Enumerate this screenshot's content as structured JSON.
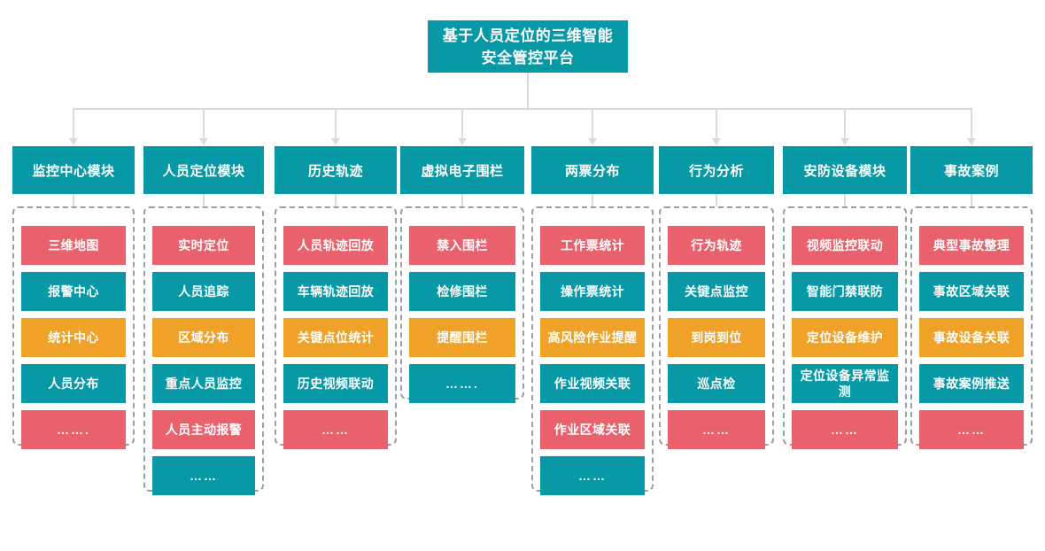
{
  "title": {
    "text": "基于人员定位的三维智能安全管控平台"
  },
  "colors": {
    "header": "#0899a6",
    "red": "#e8616d",
    "teal": "#0899a6",
    "orange": "#f0a128",
    "connector": "#d8dadb",
    "group_border": "#9a9fa3",
    "background": "#ffffff"
  },
  "columns": [
    {
      "header": "监控中心模块",
      "items": [
        {
          "label": "三维地图",
          "color": "red"
        },
        {
          "label": "报警中心",
          "color": "teal"
        },
        {
          "label": "统计中心",
          "color": "orange"
        },
        {
          "label": "人员分布",
          "color": "teal"
        },
        {
          "label": "…….",
          "color": "red"
        }
      ]
    },
    {
      "header": "人员定位模块",
      "items": [
        {
          "label": "实时定位",
          "color": "red"
        },
        {
          "label": "人员追踪",
          "color": "teal"
        },
        {
          "label": "区域分布",
          "color": "orange"
        },
        {
          "label": "重点人员监控",
          "color": "teal"
        },
        {
          "label": "人员主动报警",
          "color": "red"
        },
        {
          "label": "……",
          "color": "teal"
        }
      ]
    },
    {
      "header": "历史轨迹",
      "items": [
        {
          "label": "人员轨迹回放",
          "color": "red"
        },
        {
          "label": "车辆轨迹回放",
          "color": "teal"
        },
        {
          "label": "关键点位统计",
          "color": "orange"
        },
        {
          "label": "历史视频联动",
          "color": "teal"
        },
        {
          "label": "……",
          "color": "red"
        }
      ]
    },
    {
      "header": "虚拟电子围栏",
      "items": [
        {
          "label": "禁入围栏",
          "color": "red"
        },
        {
          "label": "检修围栏",
          "color": "teal"
        },
        {
          "label": "提醒围栏",
          "color": "orange"
        },
        {
          "label": "…….",
          "color": "teal"
        }
      ]
    },
    {
      "header": "两票分布",
      "items": [
        {
          "label": "工作票统计",
          "color": "red"
        },
        {
          "label": "操作票统计",
          "color": "teal"
        },
        {
          "label": "高风险作业提醒",
          "color": "orange"
        },
        {
          "label": "作业视频关联",
          "color": "teal"
        },
        {
          "label": "作业区域关联",
          "color": "red"
        },
        {
          "label": "……",
          "color": "teal"
        }
      ]
    },
    {
      "header": "行为分析",
      "items": [
        {
          "label": "行为轨迹",
          "color": "red"
        },
        {
          "label": "关键点监控",
          "color": "teal"
        },
        {
          "label": "到岗到位",
          "color": "orange"
        },
        {
          "label": "巡点检",
          "color": "teal"
        },
        {
          "label": "……",
          "color": "red"
        }
      ]
    },
    {
      "header": "安防设备模块",
      "items": [
        {
          "label": "视频监控联动",
          "color": "red"
        },
        {
          "label": "智能门禁联防",
          "color": "teal"
        },
        {
          "label": "定位设备维护",
          "color": "orange"
        },
        {
          "label": "定位设备异常监测",
          "color": "teal"
        },
        {
          "label": "……",
          "color": "red"
        }
      ]
    },
    {
      "header": "事故案例",
      "items": [
        {
          "label": "典型事故整理",
          "color": "red"
        },
        {
          "label": "事故区域关联",
          "color": "teal"
        },
        {
          "label": "事故设备关联",
          "color": "orange"
        },
        {
          "label": "事故案例推送",
          "color": "teal"
        },
        {
          "label": "……",
          "color": "red"
        }
      ]
    }
  ]
}
